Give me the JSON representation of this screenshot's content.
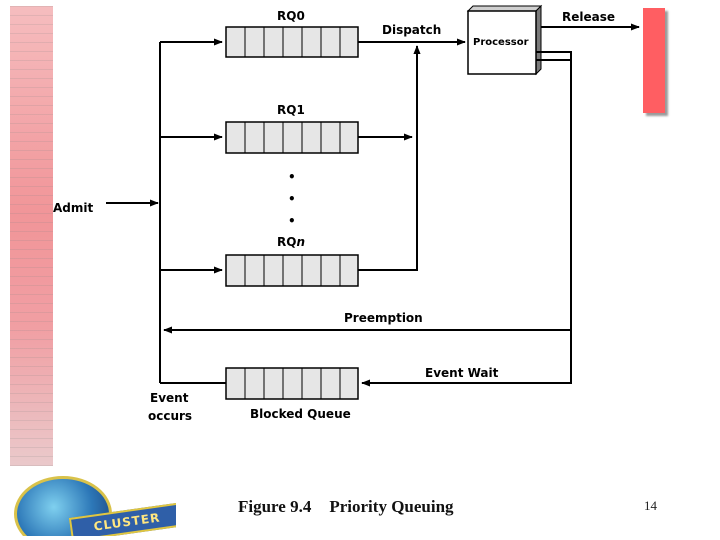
{
  "labels": {
    "rq0": "RQ0",
    "rq1": "RQ1",
    "rqn_prefix": "RQ",
    "rqn_suffix": "n",
    "dispatch": "Dispatch",
    "processor": "Processor",
    "release": "Release",
    "admit": "Admit",
    "preemption": "Preemption",
    "event_wait": "Event Wait",
    "event_occurs_line1": "Event",
    "event_occurs_line2": "occurs",
    "blocked_queue": "Blocked Queue",
    "ellipsis_dot": "•"
  },
  "caption": {
    "figure_number": "Figure 9.4",
    "title": "Priority Queuing"
  },
  "page_number": "14",
  "colors": {
    "queue_fill": "#e6e6e6",
    "release_bar": "#ff5e62",
    "sidebar": "#f08a8e"
  }
}
